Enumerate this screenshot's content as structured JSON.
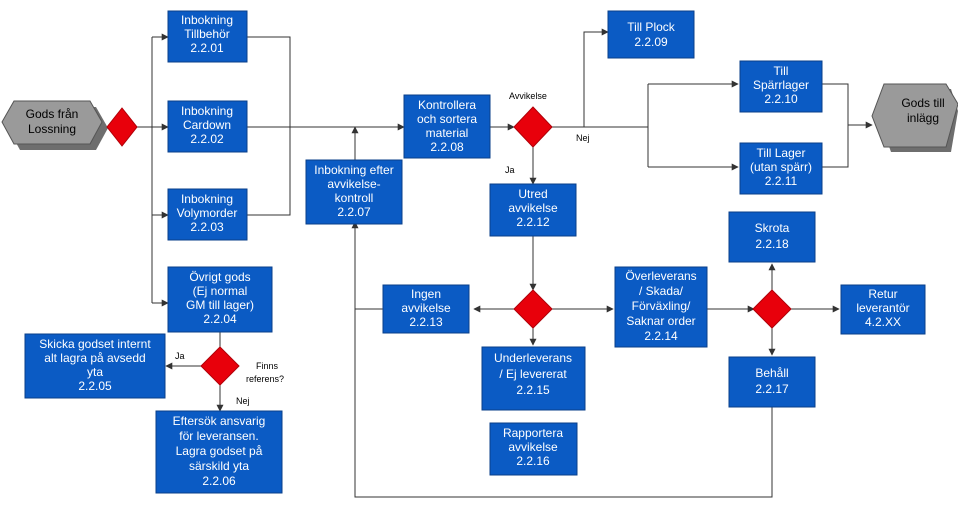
{
  "colors": {
    "box_fill": "#0b5bc4",
    "box_stroke": "#0a3f8a",
    "diamond": "#e8000b",
    "line": "#333333",
    "terminal_fill": "#9a9a9a",
    "terminal_shadow": "#6e6e6e"
  },
  "terminals": {
    "start": {
      "lines": [
        "Gods från",
        "Lossning"
      ]
    },
    "end": {
      "lines": [
        "Gods till",
        "inlägg"
      ]
    }
  },
  "boxes": {
    "b2201": {
      "lines": [
        "Inbokning",
        "Tillbehör",
        "2.2.01"
      ]
    },
    "b2202": {
      "lines": [
        "Inbokning",
        "Cardown",
        "2.2.02"
      ]
    },
    "b2203": {
      "lines": [
        "Inbokning",
        "Volymorder",
        "2.2.03"
      ]
    },
    "b2204": {
      "lines": [
        "Övrigt gods",
        "(Ej normal",
        "GM till lager)",
        "2.2.04"
      ]
    },
    "b2205": {
      "lines": [
        "Skicka godset internt",
        "alt lagra på avsedd",
        "yta",
        "2.2.05"
      ]
    },
    "b2206": {
      "lines": [
        "Eftersök ansvarig",
        "för leveransen.",
        "Lagra godset på",
        "särskild yta",
        "2.2.06"
      ]
    },
    "b2207": {
      "lines": [
        "Inbokning efter",
        "avvikelse-",
        "kontroll",
        "2.2.07"
      ]
    },
    "b2208": {
      "lines": [
        "Kontrollera",
        "och sortera",
        "material",
        "2.2.08"
      ]
    },
    "b2209": {
      "lines": [
        "Till Plock",
        "2.2.09"
      ]
    },
    "b2210": {
      "lines": [
        "Till",
        "Spärrlager",
        "2.2.10"
      ]
    },
    "b2211": {
      "lines": [
        "Till Lager",
        "(utan spärr)",
        "2.2.11"
      ]
    },
    "b2212": {
      "lines": [
        "Utred",
        "avvikelse",
        "2.2.12"
      ]
    },
    "b2213": {
      "lines": [
        "Ingen",
        "avvikelse",
        "2.2.13"
      ]
    },
    "b2214": {
      "lines": [
        "Överleverans",
        "/ Skada/",
        "Förväxling/",
        "Saknar order",
        "2.2.14"
      ]
    },
    "b2215": {
      "lines": [
        "Underleverans",
        "/ Ej levererat",
        "2.2.15"
      ]
    },
    "b2216": {
      "lines": [
        "Rapportera",
        "avvikelse",
        "2.2.16"
      ]
    },
    "b2217": {
      "lines": [
        "Behåll",
        "2.2.17"
      ]
    },
    "b2218": {
      "lines": [
        "Skrota",
        "2.2.18"
      ]
    },
    "b42xx": {
      "lines": [
        "Retur",
        "leverantör",
        "4.2.XX"
      ]
    }
  },
  "edge_labels": {
    "avvikelse": "Avvikelse",
    "nej_top": "Nej",
    "ja_top": "Ja",
    "ja_left": "Ja",
    "finns_1": "Finns",
    "finns_2": "referens?",
    "nej_bottom": "Nej"
  }
}
